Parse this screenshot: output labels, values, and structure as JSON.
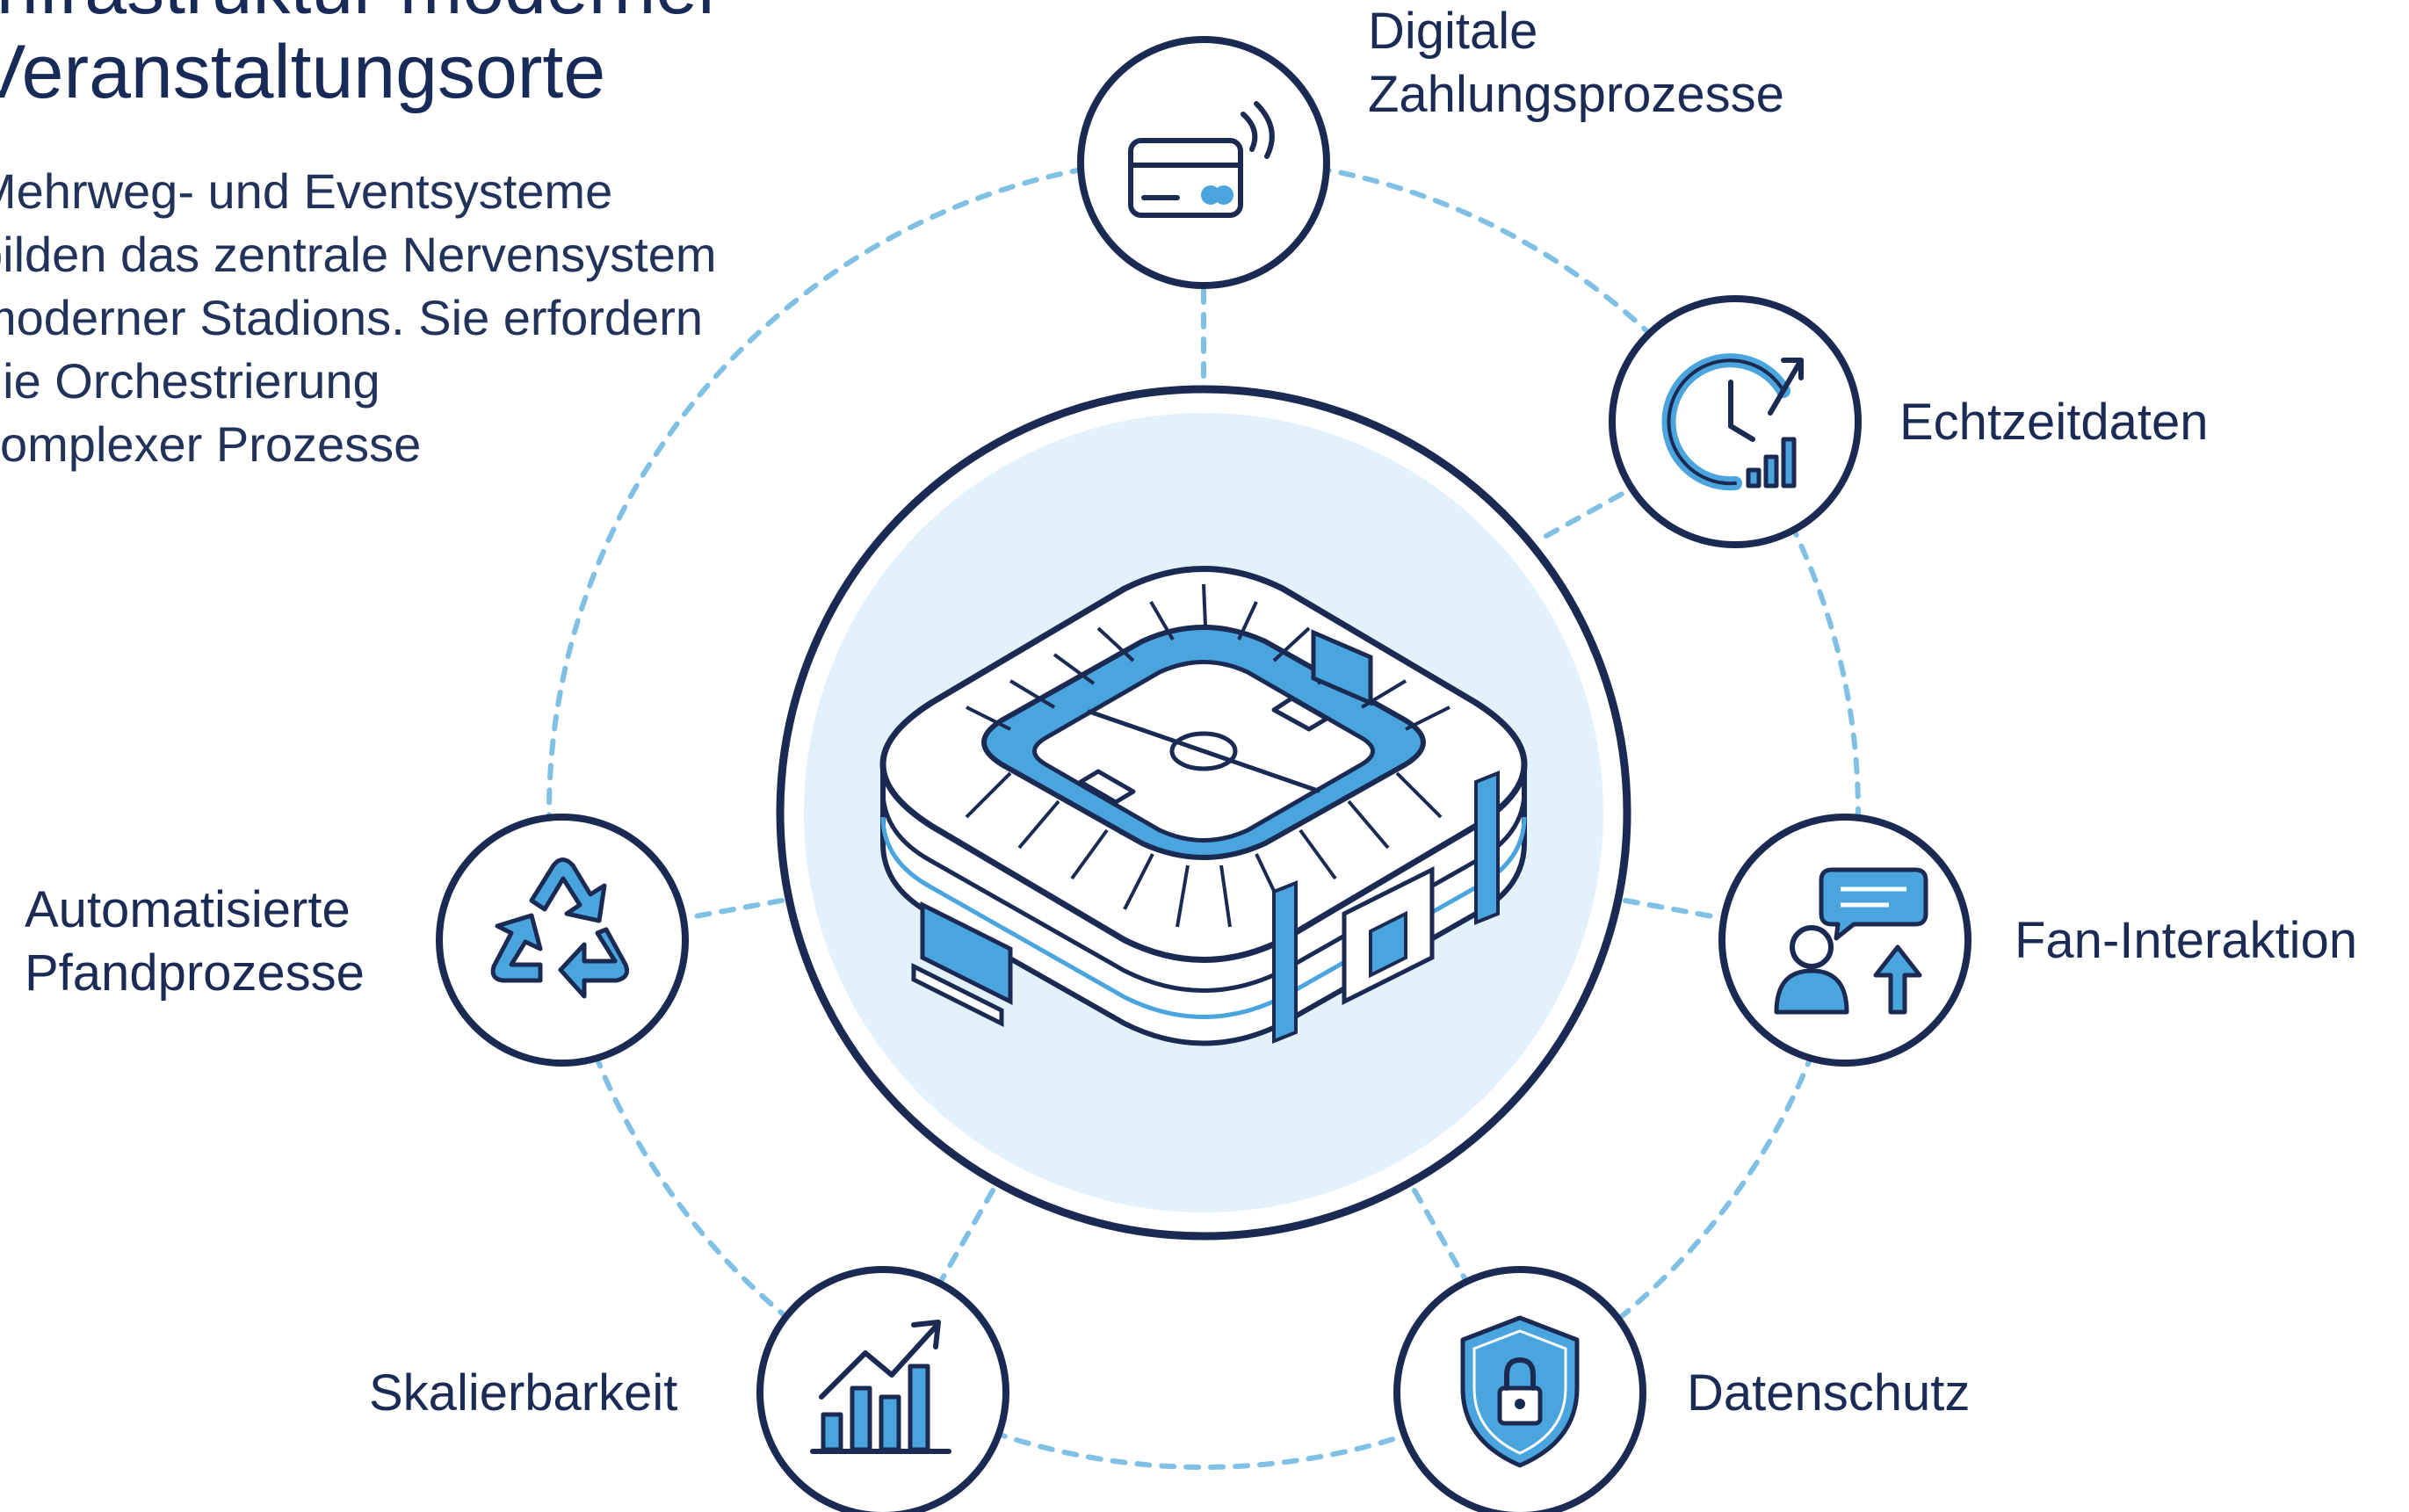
{
  "header": {
    "title_lines": [
      "Infrastruktur moderner",
      "Veranstaltungsorte"
    ],
    "intro_lines": [
      "Mehrweg- und Eventsysteme",
      "bilden das zentrale Nervensystem",
      "moderner Stadions. Sie erfordern",
      "die Orchestrierung",
      "komplexer Prozesse"
    ]
  },
  "diagram": {
    "center": {
      "icon": "stadium-icon"
    },
    "nodes": [
      {
        "id": "payment",
        "label_lines": [
          "Digitale",
          "Zahlungsprozesse"
        ],
        "icon": "contactless-card-icon"
      },
      {
        "id": "realtime",
        "label_lines": [
          "Echtzeitdaten"
        ],
        "icon": "clock-chart-icon"
      },
      {
        "id": "fan",
        "label_lines": [
          "Fan-Interaktion"
        ],
        "icon": "user-chat-icon"
      },
      {
        "id": "privacy",
        "label_lines": [
          "Datenschutz"
        ],
        "icon": "shield-lock-icon"
      },
      {
        "id": "scalability",
        "label_lines": [
          "Skalierbarkeit"
        ],
        "icon": "growth-chart-icon"
      },
      {
        "id": "deposit",
        "label_lines": [
          "Automatisierte",
          "Pfandprozesse"
        ],
        "icon": "recycle-icon"
      }
    ]
  },
  "colors": {
    "navy": "#1a2950",
    "accent": "#3d9ad6",
    "accent_light": "#a7d3ee",
    "halo": "#e3f1fa",
    "dashed": "#7fbfe3"
  }
}
